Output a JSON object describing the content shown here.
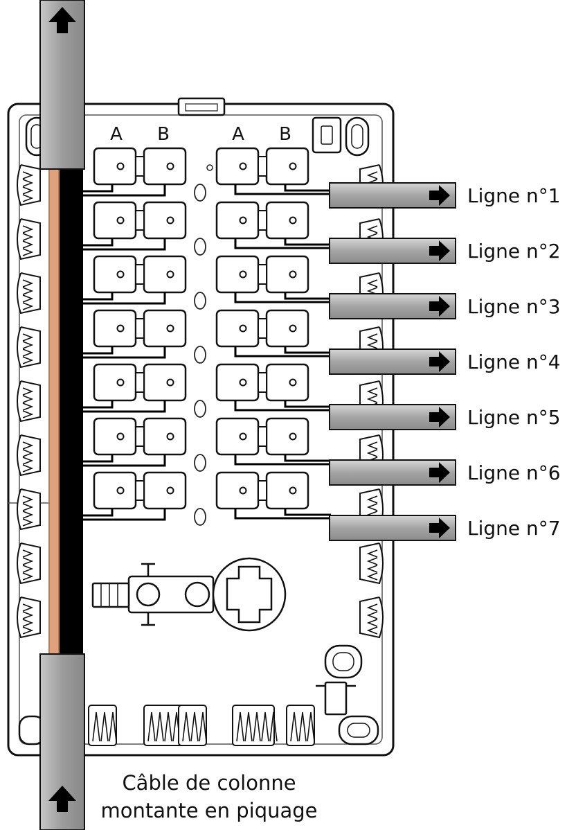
{
  "column_headers": {
    "left": [
      "A",
      "B"
    ],
    "right": [
      "A",
      "B"
    ]
  },
  "lines": [
    {
      "label": "Ligne n°1"
    },
    {
      "label": "Ligne n°2"
    },
    {
      "label": "Ligne n°3"
    },
    {
      "label": "Ligne n°4"
    },
    {
      "label": "Ligne n°5"
    },
    {
      "label": "Ligne n°6"
    },
    {
      "label": "Ligne n°7"
    }
  ],
  "caption": {
    "line1": "Câble de colonne",
    "line2": "montante en piquage"
  },
  "colors": {
    "cable_gray": "#a8a8a8",
    "copper": "#e0a27c",
    "wire": "#000000",
    "arrow": "#000000"
  }
}
